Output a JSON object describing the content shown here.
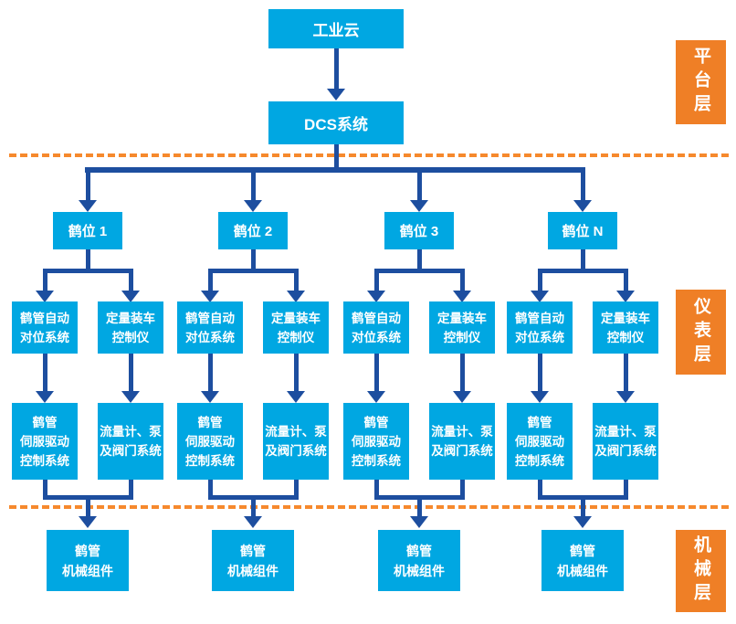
{
  "diagram": {
    "top": {
      "cloud": "工业云",
      "dcs": "DCS系统"
    },
    "layers": [
      {
        "label": "平台层"
      },
      {
        "label": "仪表层"
      },
      {
        "label": "机械层"
      }
    ],
    "columns": [
      {
        "title": "鹤位 1",
        "auto_align": "鹤管自动\n对位系统",
        "loading_ctrl": "定量装车\n控制仪",
        "servo": "鹤管\n伺服驱动\n控制系统",
        "flow": "流量计、泵\n及阀门系统",
        "mech": "鹤管\n机械组件"
      },
      {
        "title": "鹤位 2",
        "auto_align": "鹤管自动\n对位系统",
        "loading_ctrl": "定量装车\n控制仪",
        "servo": "鹤管\n伺服驱动\n控制系统",
        "flow": "流量计、泵\n及阀门系统",
        "mech": "鹤管\n机械组件"
      },
      {
        "title": "鹤位 3",
        "auto_align": "鹤管自动\n对位系统",
        "loading_ctrl": "定量装车\n控制仪",
        "servo": "鹤管\n伺服驱动\n控制系统",
        "flow": "流量计、泵\n及阀门系统",
        "mech": "鹤管\n机械组件"
      },
      {
        "title": "鹤位 N",
        "auto_align": "鹤管自动\n对位系统",
        "loading_ctrl": "定量装车\n控制仪",
        "servo": "鹤管\n伺服驱动\n控制系统",
        "flow": "流量计、泵\n及阀门系统",
        "mech": "鹤管\n机械组件"
      }
    ],
    "colors": {
      "box_cyan": "#00A7E2",
      "arrow_navy": "#1D4E9F",
      "layer_orange": "#EF7F26",
      "dash_orange": "#F6892D"
    }
  }
}
